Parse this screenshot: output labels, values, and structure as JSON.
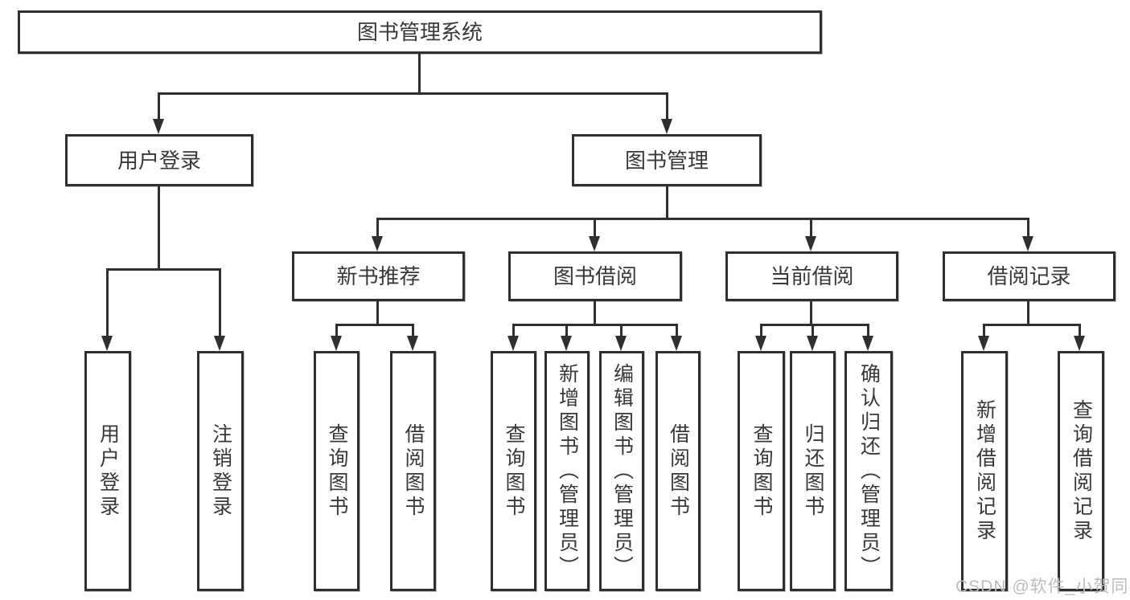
{
  "diagram": {
    "nodes": {
      "root": "图书管理系统",
      "user_login": "用户登录",
      "book_management": "图书管理",
      "new_book_recommend": "新书推荐",
      "book_borrow": "图书借阅",
      "current_borrow": "当前借阅",
      "borrow_record": "借阅记录",
      "leaf_user_login": "用户登录",
      "leaf_logout": "注销登录",
      "leaf_query_book_a": "查询图书",
      "leaf_borrow_book_a": "借阅图书",
      "leaf_query_book_b": "查询图书",
      "leaf_add_book": "新增图书（管理员）",
      "leaf_edit_book": "编辑图书（管理员）",
      "leaf_borrow_book_b": "借阅图书",
      "leaf_query_book_c": "查询图书",
      "leaf_return_book": "归还图书",
      "leaf_confirm_return": "确认归还（管理员）",
      "leaf_add_borrow_record": "新增借阅记录",
      "leaf_query_borrow_record": "查询借阅记录"
    },
    "hierarchy": {
      "图书管理系统": {
        "用户登录": [
          "用户登录",
          "注销登录"
        ],
        "图书管理": {
          "新书推荐": [
            "查询图书",
            "借阅图书"
          ],
          "图书借阅": [
            "查询图书",
            "新增图书（管理员）",
            "编辑图书（管理员）",
            "借阅图书"
          ],
          "当前借阅": [
            "查询图书",
            "归还图书",
            "确认归还（管理员）"
          ],
          "借阅记录": [
            "新增借阅记录",
            "查询借阅记录"
          ]
        }
      }
    }
  },
  "watermark": "CSDN @软件_小贺同学",
  "colors": {
    "line": "#2f2f2f",
    "box_border": "#2f2f2f",
    "text": "#383838",
    "watermark": "#bdbdbd",
    "background": "#ffffff"
  }
}
